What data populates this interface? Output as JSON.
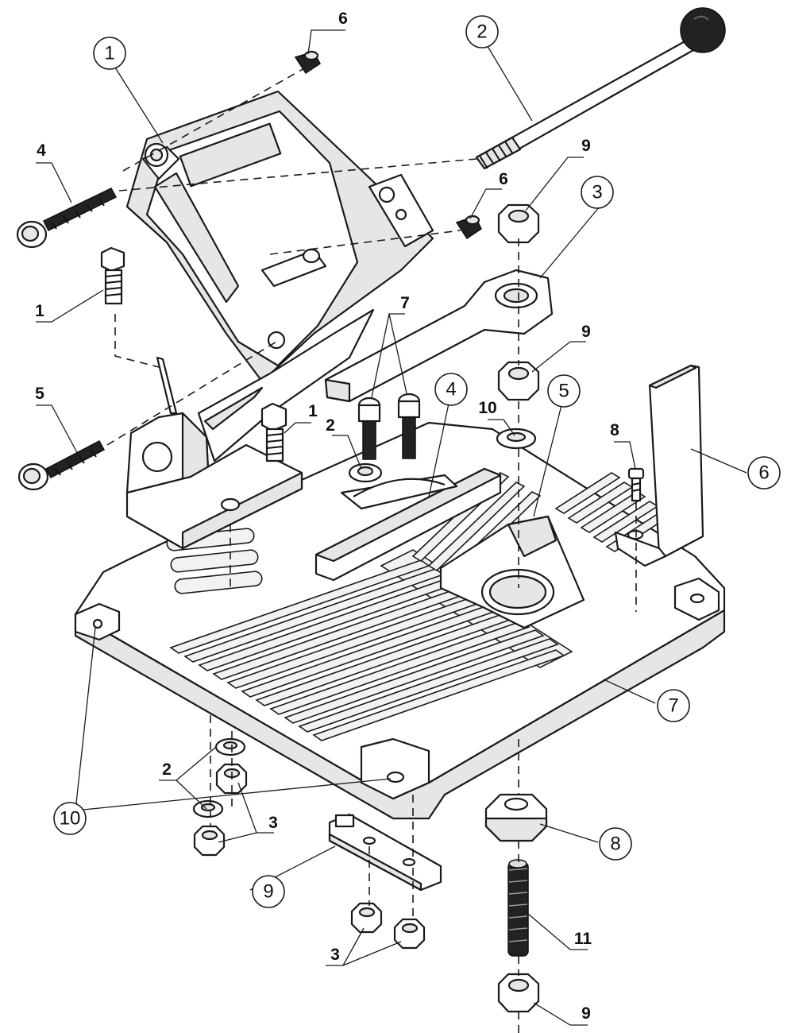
{
  "callouts": [
    {
      "id": "c1",
      "text": "1",
      "style": "circle"
    },
    {
      "id": "c2",
      "text": "2",
      "style": "circle"
    },
    {
      "id": "c3",
      "text": "3",
      "style": "circle"
    },
    {
      "id": "c4",
      "text": "4",
      "style": "circle"
    },
    {
      "id": "c5",
      "text": "5",
      "style": "circle"
    },
    {
      "id": "c6",
      "text": "6",
      "style": "circle"
    },
    {
      "id": "c7",
      "text": "7",
      "style": "circle"
    },
    {
      "id": "c8",
      "text": "8",
      "style": "circle"
    },
    {
      "id": "c9",
      "text": "9",
      "style": "circle"
    },
    {
      "id": "c10",
      "text": "10",
      "style": "circle"
    }
  ],
  "labels": [
    {
      "id": "l6a",
      "text": "6"
    },
    {
      "id": "l4",
      "text": "4"
    },
    {
      "id": "l9a",
      "text": "9"
    },
    {
      "id": "l6b",
      "text": "6"
    },
    {
      "id": "l1a",
      "text": "1"
    },
    {
      "id": "l7",
      "text": "7"
    },
    {
      "id": "l9b",
      "text": "9"
    },
    {
      "id": "l5",
      "text": "5"
    },
    {
      "id": "l1b",
      "text": "1"
    },
    {
      "id": "l2a",
      "text": "2"
    },
    {
      "id": "l10",
      "text": "10"
    },
    {
      "id": "l8",
      "text": "8"
    },
    {
      "id": "l2b",
      "text": "2"
    },
    {
      "id": "l3a",
      "text": "3"
    },
    {
      "id": "l3b",
      "text": "3"
    },
    {
      "id": "l11",
      "text": "11"
    },
    {
      "id": "l9c",
      "text": "9"
    }
  ]
}
